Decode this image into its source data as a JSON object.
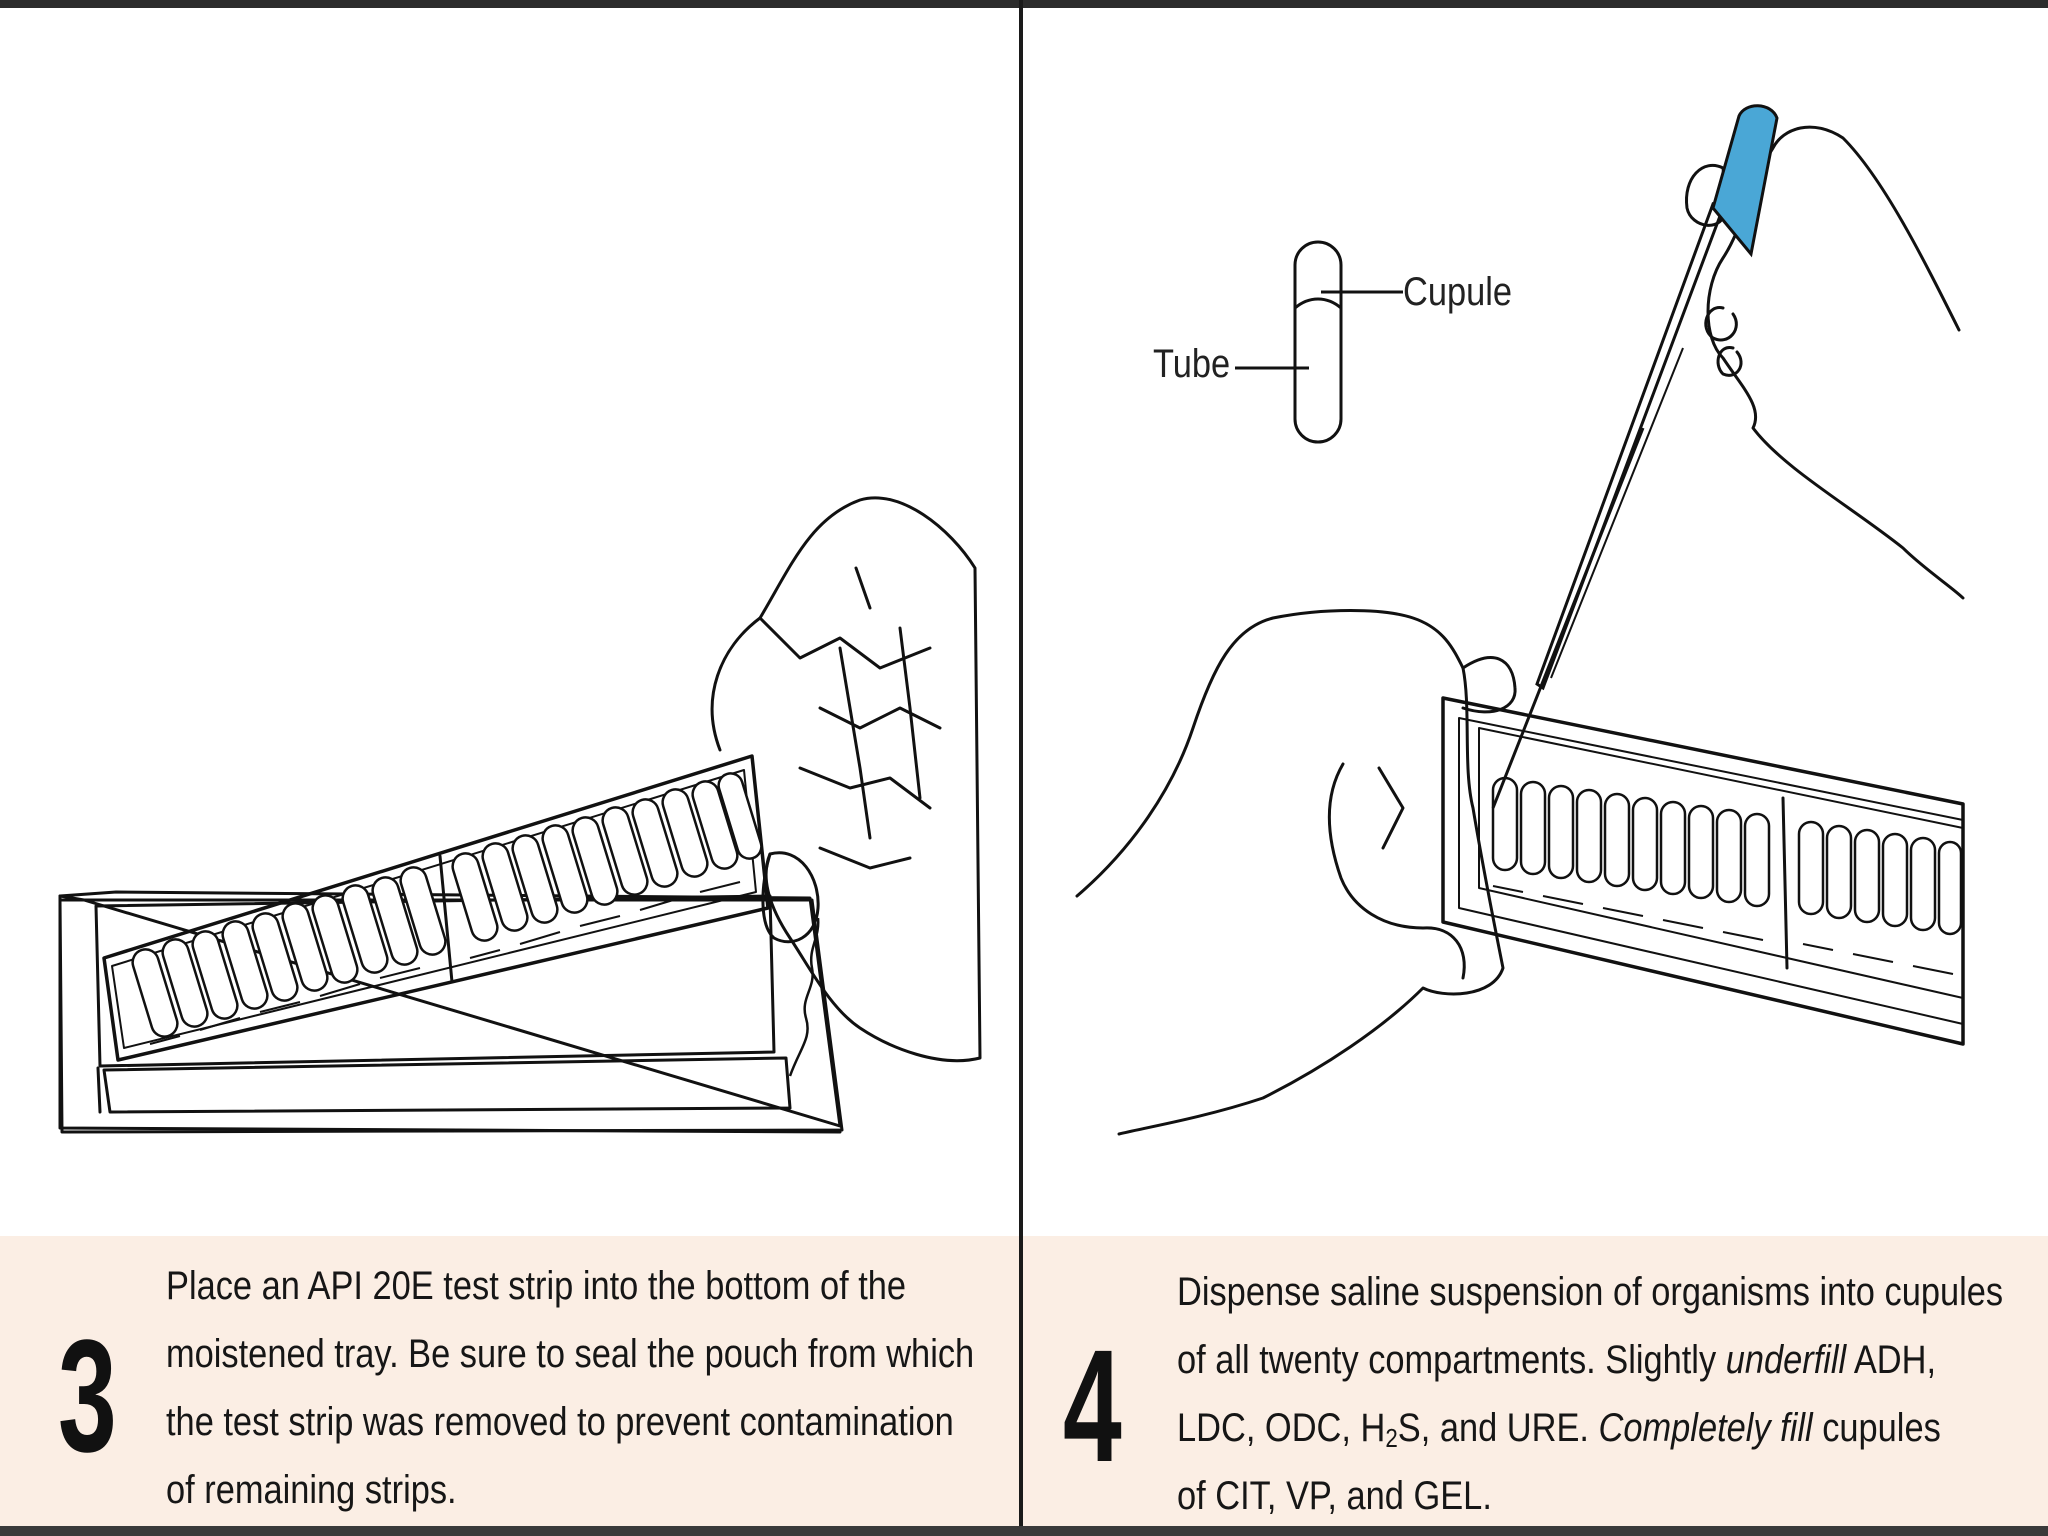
{
  "panels": [
    {
      "step": "3",
      "caption_lines": [
        "Place an API 20E test strip into the bottom of the",
        "moistened tray. Be sure to seal the pouch from which",
        "the test strip was removed to prevent contamination",
        "of remaining strips."
      ]
    },
    {
      "step": "4",
      "diagram_labels": {
        "cupule": "Cupule",
        "tube": "Tube"
      },
      "caption": {
        "line1": "Dispense saline suspension of organisms into cupules",
        "line2_a": "of all twenty compartments. Slightly ",
        "line2_em": "underfill",
        "line2_b": " ADH,",
        "line3_a": "LDC, ODC, H",
        "line3_sub": "2",
        "line3_b": "S, and URE. ",
        "line3_em": "Completely fill",
        "line3_c": " cupules",
        "line4": "of CIT, VP, and GEL."
      }
    }
  ],
  "colors": {
    "caption_band": "#fbeee4",
    "dropper_cap": "#4aa7d6",
    "ink": "#111111"
  }
}
